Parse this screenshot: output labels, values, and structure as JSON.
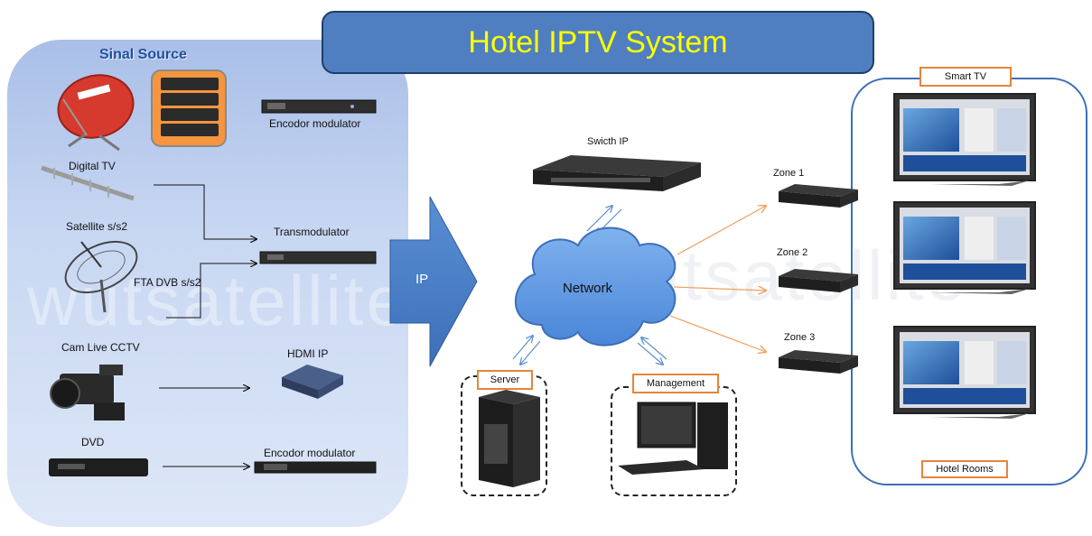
{
  "title": "Hotel IPTV System",
  "watermark": "wutsatellite",
  "signal_source": {
    "title": "Sinal Source",
    "sources": {
      "digital_tv": "Digital TV",
      "satellite": "Satellite s/s2",
      "fta": "FTA DVB s/s2",
      "cctv": "Cam Live CCTV",
      "dvd": "DVD"
    },
    "devices": {
      "encoder1": "Encodor modulator",
      "transmodulator": "Transmodulator",
      "hdmi_ip": "HDMI IP",
      "encoder2": "Encodor modulator"
    }
  },
  "backbone": {
    "ip_label": "IP",
    "switch_label": "Swicth IP",
    "network_label": "Network",
    "server_label": "Server",
    "management_label": "Management"
  },
  "zones": [
    "Zone 1",
    "Zone 2",
    "Zone 3"
  ],
  "rooms": {
    "smart_tv_label": "Smart TV",
    "hotel_rooms_label": "Hotel Rooms"
  },
  "colors": {
    "title_fill": "#4f7fc0",
    "title_text": "#ffff00",
    "label_border": "#e8843a",
    "zone_arrow": "#f0a060",
    "network_arrow": "#5b8fd0"
  }
}
